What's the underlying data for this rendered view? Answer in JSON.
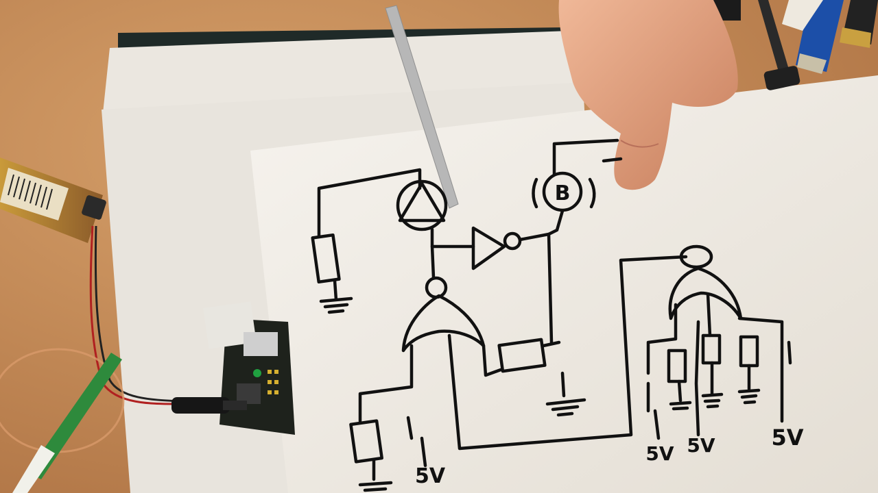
{
  "scene": {
    "kind": "photo-hand-drawn-circuit-schematic",
    "colors": {
      "desk": "#c8905e",
      "paper": "#f3f0ea",
      "ink": "#111111",
      "battery": "#c9a040"
    }
  },
  "schematic": {
    "buzzer_label": "B",
    "supply_labels": [
      "5V",
      "5V",
      "5V",
      "5V"
    ]
  }
}
